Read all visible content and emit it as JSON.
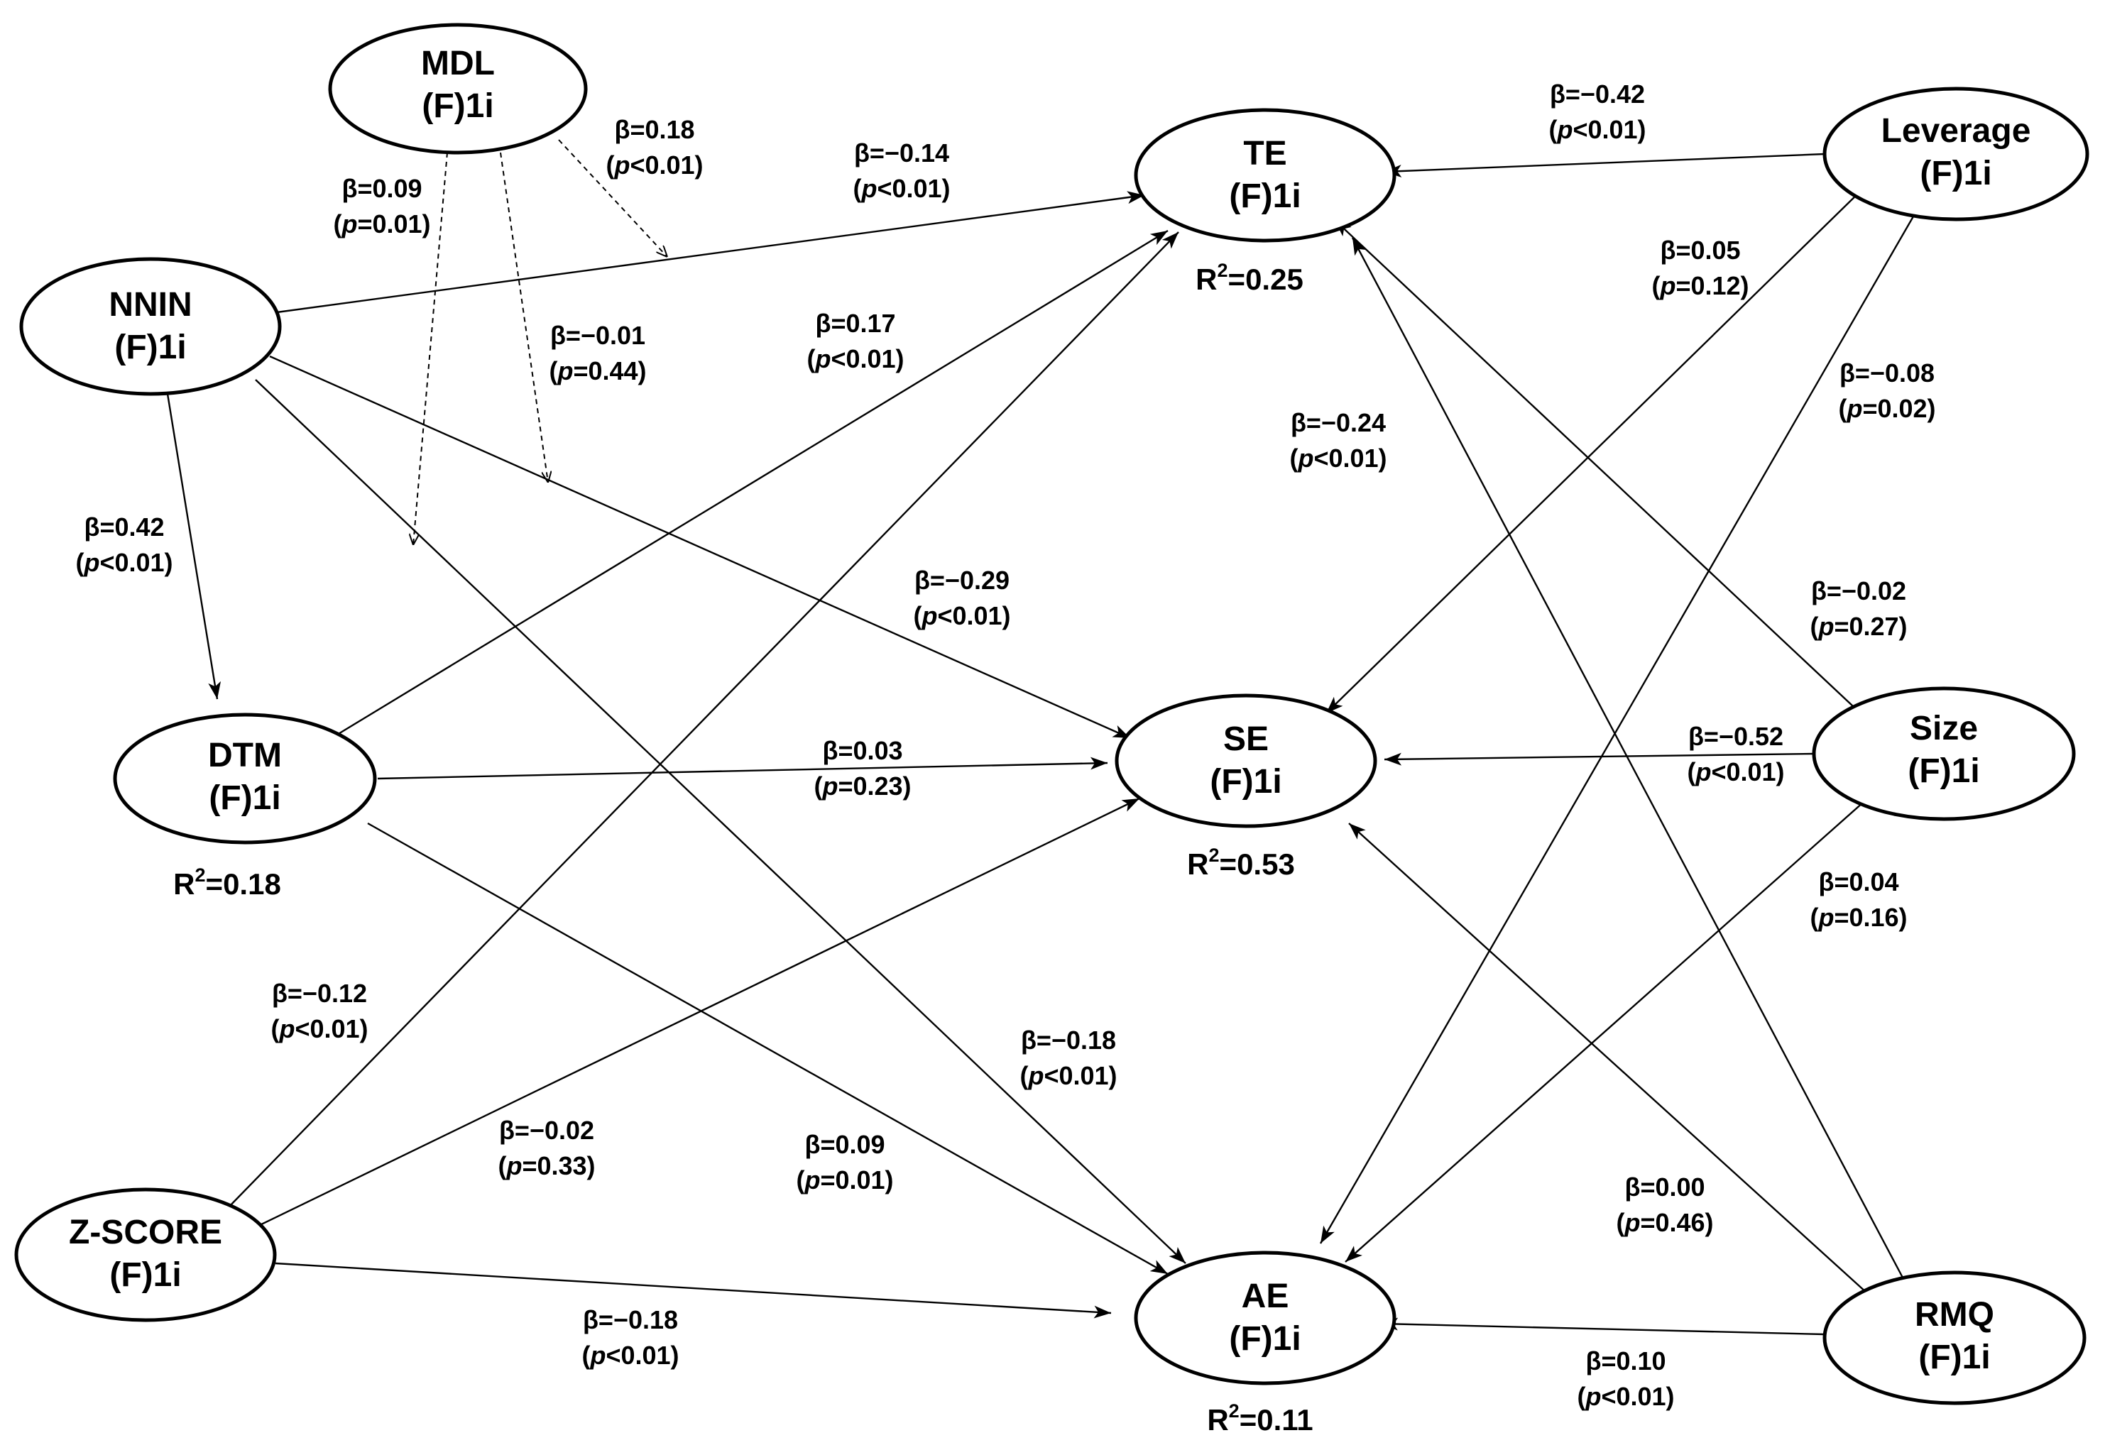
{
  "nodes": {
    "mdl": {
      "name": "MDL",
      "sub": "(F)1i"
    },
    "nnin": {
      "name": "NNIN",
      "sub": "(F)1i"
    },
    "dtm": {
      "name": "DTM",
      "sub": "(F)1i",
      "r2": "=0.18"
    },
    "zscore": {
      "name": "Z-SCORE",
      "sub": "(F)1i"
    },
    "te": {
      "name": "TE",
      "sub": "(F)1i",
      "r2": "=0.25"
    },
    "se": {
      "name": "SE",
      "sub": "(F)1i",
      "r2": "=0.53"
    },
    "ae": {
      "name": "AE",
      "sub": "(F)1i",
      "r2": "=0.11"
    },
    "leverage": {
      "name": "Leverage",
      "sub": "(F)1i"
    },
    "size": {
      "name": "Size",
      "sub": "(F)1i"
    },
    "rmq": {
      "name": "RMQ",
      "sub": "(F)1i"
    }
  },
  "r2_symbol": {
    "base": "R",
    "exp": "2"
  },
  "p_symbol": "p",
  "paths": {
    "mdl_nnin_te": {
      "beta": "β=0.18",
      "p": "<0.01)"
    },
    "mdl_nnin_se": {
      "beta": "β=−0.01",
      "p": "=0.44)"
    },
    "mdl_nnin_ae": {
      "beta": "β=0.09",
      "p": "=0.01)"
    },
    "nnin_te": {
      "beta": "β=−0.14",
      "p": "<0.01)"
    },
    "nnin_dtm": {
      "beta": "β=0.42",
      "p": "<0.01)"
    },
    "nnin_se": {
      "beta": "β=−0.29",
      "p": "<0.01)"
    },
    "nnin_ae": {
      "beta": "β=−0.18",
      "p": "<0.01)"
    },
    "dtm_te": {
      "beta": "β=0.17",
      "p": "<0.01)"
    },
    "dtm_se": {
      "beta": "β=0.03",
      "p": "=0.23)"
    },
    "dtm_ae": {
      "beta": "β=0.09",
      "p": "=0.01)"
    },
    "z_te": {
      "beta": "β=−0.12",
      "p": "<0.01)"
    },
    "z_se": {
      "beta": "β=−0.02",
      "p": "=0.33)"
    },
    "z_ae": {
      "beta": "β=−0.18",
      "p": "<0.01)"
    },
    "lev_te": {
      "beta": "β=−0.42",
      "p": "<0.01)"
    },
    "lev_se": {
      "beta": "β=0.05",
      "p": "=0.12)"
    },
    "lev_ae": {
      "beta": "β=−0.08",
      "p": "=0.02)"
    },
    "size_te": {
      "beta": "β=−0.02",
      "p": "=0.27)"
    },
    "size_se": {
      "beta": "β=−0.52",
      "p": "<0.01)"
    },
    "size_ae": {
      "beta": "β=0.04",
      "p": "=0.16)"
    },
    "rmq_te": {
      "beta": "β=−0.24",
      "p": "<0.01)"
    },
    "rmq_se": {
      "beta": "β=0.00",
      "p": "=0.46)"
    },
    "rmq_ae": {
      "beta": "β=0.10",
      "p": "<0.01)"
    }
  }
}
